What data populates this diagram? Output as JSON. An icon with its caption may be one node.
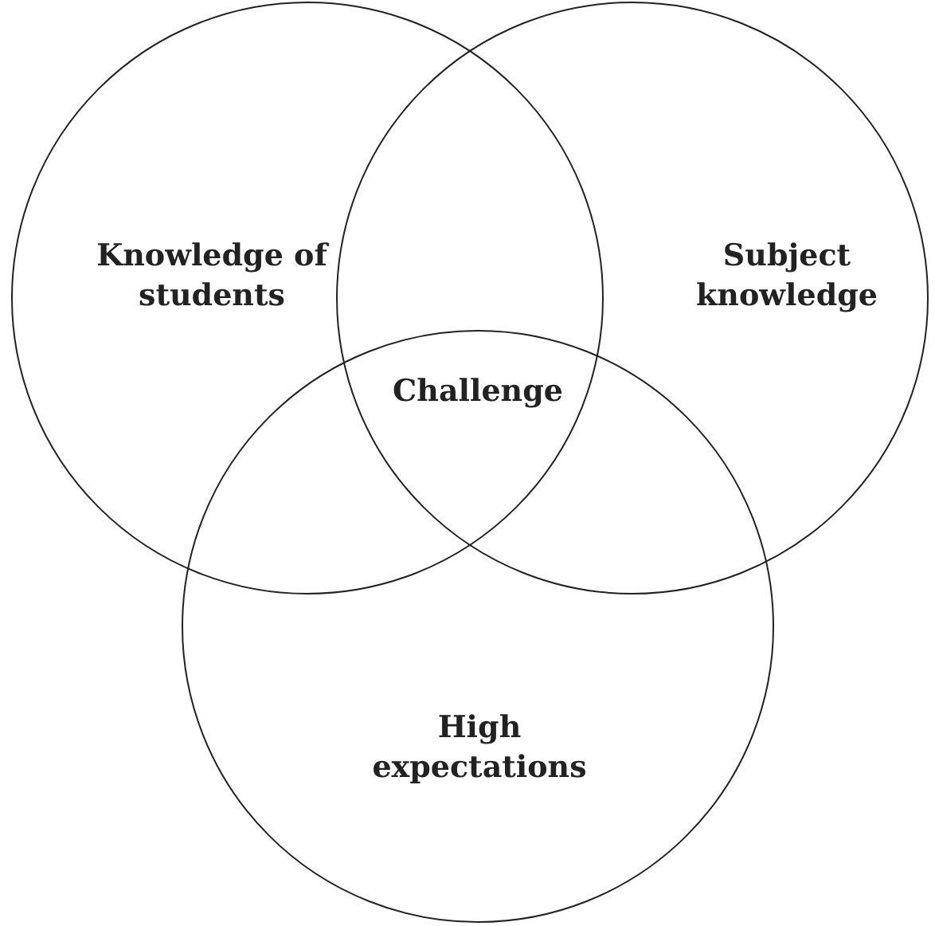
{
  "diagram": {
    "nodes": [
      {
        "text": [
          "Knowledge of students"
        ]
      },
      {
        "text": [
          "Subject knowledge"
        ]
      },
      {
        "text": [
          "High expectations"
        ]
      }
    ],
    "labels": [
      "Challenge"
    ]
  }
}
